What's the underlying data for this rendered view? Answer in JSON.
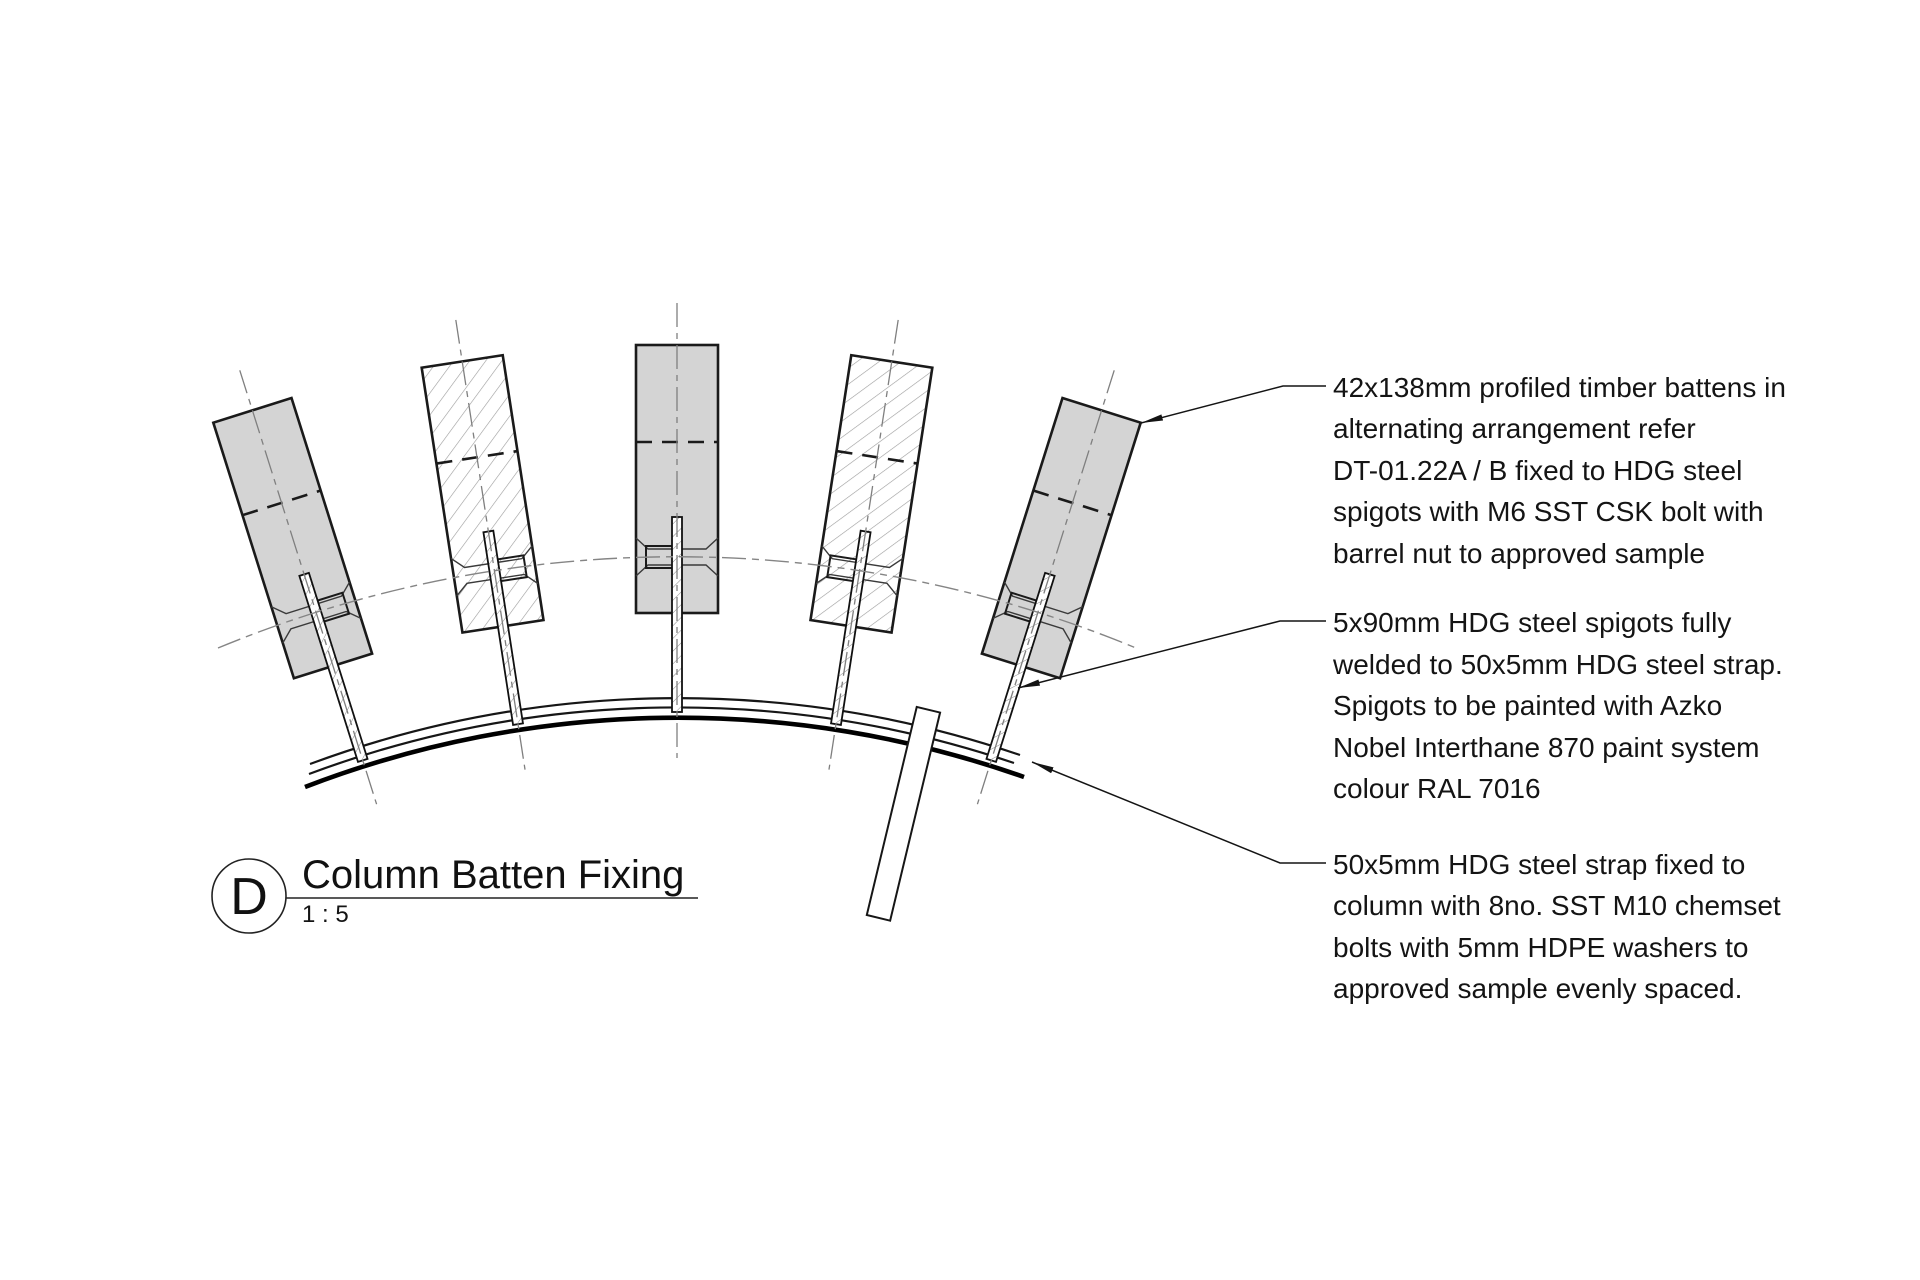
{
  "title_block": {
    "detail_letter": "D",
    "title": "Column Batten Fixing",
    "scale": "1 : 5"
  },
  "annotations": [
    {
      "id": "timber-batten-note",
      "lines": [
        "42x138mm profiled timber battens in",
        "alternating arrangement refer",
        "DT-01.22A / B fixed to HDG steel",
        "spigots with M6 SST CSK bolt with",
        "barrel nut to approved sample"
      ]
    },
    {
      "id": "spigot-note",
      "lines": [
        "5x90mm HDG steel spigots fully",
        "welded to 50x5mm HDG steel strap.",
        "Spigots to be painted with Azko",
        "Nobel Interthane 870 paint system",
        "colour RAL 7016"
      ]
    },
    {
      "id": "strap-note",
      "lines": [
        "50x5mm HDG steel strap fixed to",
        "column with 8no. SST M10 chemset",
        "bolts with 5mm HDPE washers to",
        "approved sample evenly spaced."
      ]
    }
  ],
  "colors": {
    "batten_fill": "#d4d4d4",
    "outline": "#1a1a1a",
    "centerline": "#7f7f7f",
    "hatch": "#9b9b9b",
    "background": "#ffffff"
  }
}
